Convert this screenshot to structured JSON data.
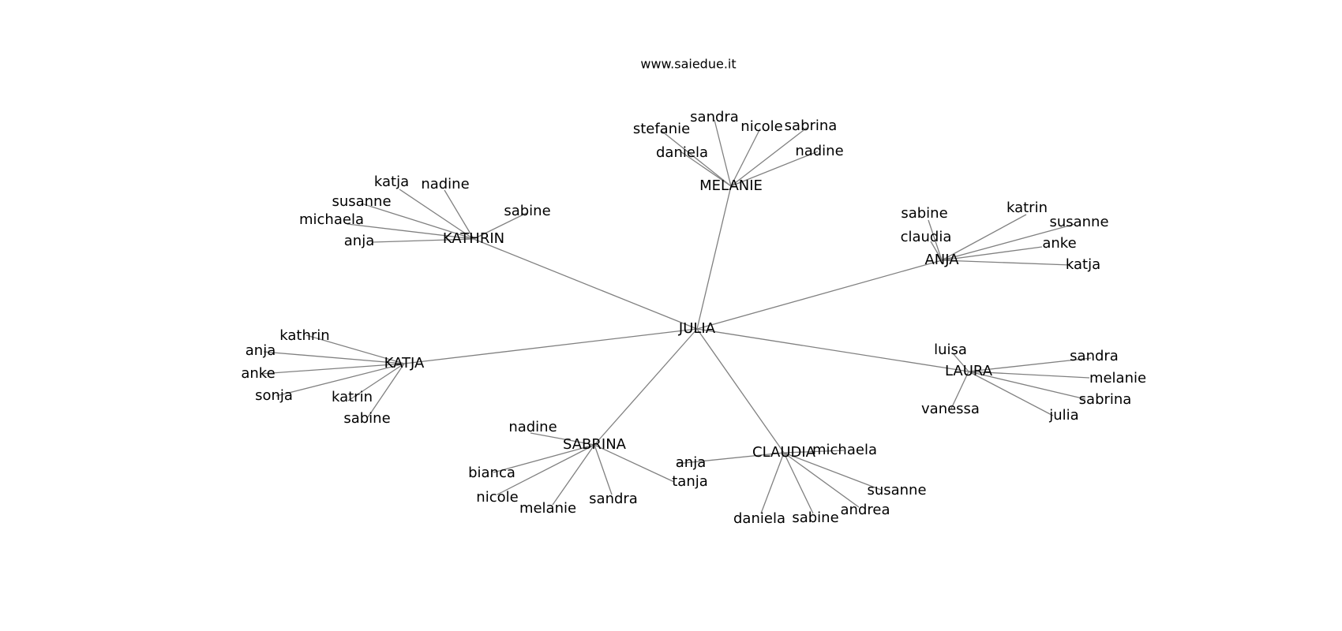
{
  "title": "www.saiedue.it",
  "colors": {
    "edge": "#808080",
    "text": "#000000",
    "background": "#ffffff"
  },
  "diagram": {
    "root": "JULIA",
    "hubs": [
      {
        "name": "MELANIE",
        "leaves": [
          "stefanie",
          "sandra",
          "nicole",
          "sabrina",
          "daniela",
          "nadine"
        ]
      },
      {
        "name": "KATHRIN",
        "leaves": [
          "katja",
          "nadine",
          "susanne",
          "sabine",
          "michaela",
          "anja"
        ]
      },
      {
        "name": "ANJA",
        "leaves": [
          "sabine",
          "katrin",
          "susanne",
          "claudia",
          "anke",
          "katja"
        ]
      },
      {
        "name": "KATJA",
        "leaves": [
          "kathrin",
          "anja",
          "anke",
          "sonja",
          "katrin",
          "sabine"
        ]
      },
      {
        "name": "LAURA",
        "leaves": [
          "luisa",
          "sandra",
          "melanie",
          "sabrina",
          "vanessa",
          "julia"
        ]
      },
      {
        "name": "SABRINA",
        "leaves": [
          "nadine",
          "bianca",
          "nicole",
          "melanie",
          "sandra",
          "tanja"
        ]
      },
      {
        "name": "CLAUDIA",
        "leaves": [
          "michaela",
          "anja",
          "susanne",
          "andrea",
          "daniela",
          "sabine"
        ]
      }
    ]
  }
}
